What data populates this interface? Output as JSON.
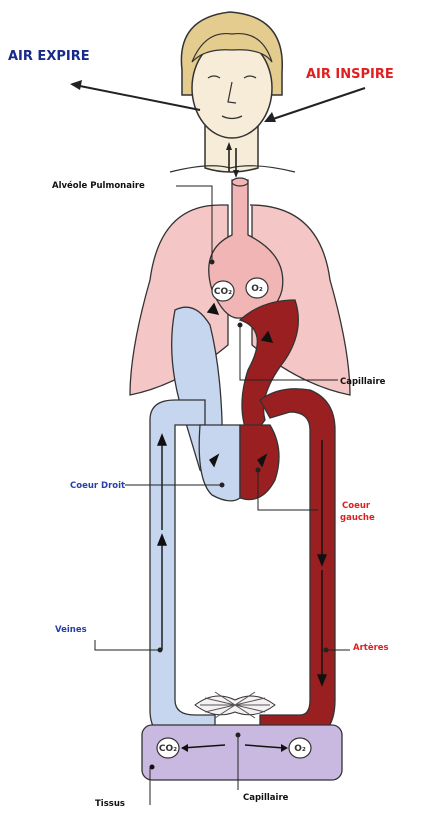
{
  "labels": {
    "air_expire": "AIR EXPIRE",
    "air_inspire": "AIR INSPIRE",
    "alveole": "Alvéole Pulmonaire",
    "capillaire_top": "Capillaire",
    "coeur_droit": "Coeur Droit",
    "coeur_gauche_1": "Coeur",
    "coeur_gauche_2": "gauche",
    "veines": "Veines",
    "arteres": "Artères",
    "tissus": "Tissus",
    "capillaire_bottom": "Capillaire"
  },
  "gases": {
    "co2": "CO₂",
    "o2": "O₂"
  },
  "colors": {
    "venous_blue": "#c7d6ef",
    "arterial_red": "#9a1f20",
    "lung_pink": "#f4c6c6",
    "tissue_purple": "#c9b9e0",
    "label_blue": "#1a2a8a",
    "label_red": "#e02020"
  }
}
